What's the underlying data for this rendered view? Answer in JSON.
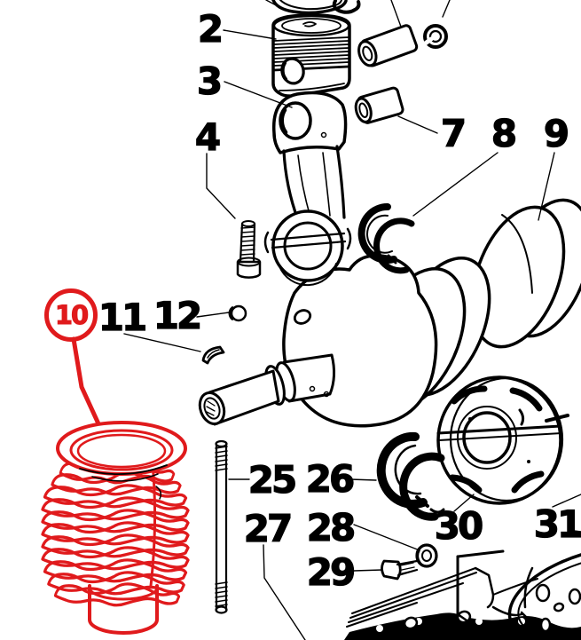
{
  "diagram": {
    "colors": {
      "highlight_red": "#e01a1c",
      "ink": "#000000",
      "paper": "#ffffff"
    },
    "highlighted_label": "10",
    "labels": {
      "l2": {
        "text": "2"
      },
      "l3": {
        "text": "3"
      },
      "l4": {
        "text": "4"
      },
      "l7": {
        "text": "7"
      },
      "l8": {
        "text": "8"
      },
      "l9": {
        "text": "9"
      },
      "l10": {
        "text": "10"
      },
      "l11": {
        "text": "11"
      },
      "l12": {
        "text": "12"
      },
      "l25": {
        "text": "25"
      },
      "l26": {
        "text": "26"
      },
      "l27": {
        "text": "27"
      },
      "l28": {
        "text": "28"
      },
      "l29": {
        "text": "29"
      },
      "l30": {
        "text": "30"
      },
      "l31": {
        "text": "31"
      }
    }
  }
}
